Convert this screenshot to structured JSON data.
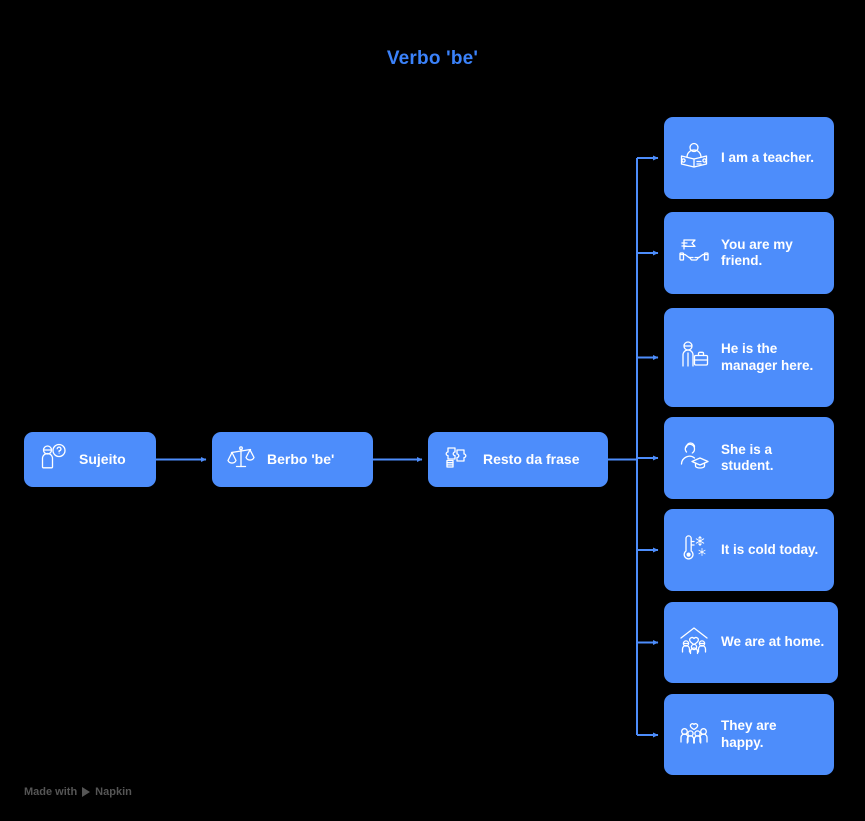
{
  "diagram": {
    "title": "Verbo 'be'",
    "title_color": "#3b82fa",
    "node_color": "#4d8dfb",
    "connector_color": "#4d8dfb",
    "background_color": "#000000",
    "text_color": "#ffffff"
  },
  "chain": [
    {
      "label": "Sujeito",
      "icon": "person-question-icon"
    },
    {
      "label": "Berbo 'be'",
      "icon": "balance-scale-icon"
    },
    {
      "label": "Resto da frase",
      "icon": "puzzle-pieces-icon"
    }
  ],
  "examples": [
    {
      "label": "I am a teacher.",
      "icon": "teacher-book-icon"
    },
    {
      "label": "You are my friend.",
      "icon": "handshake-flag-icon"
    },
    {
      "label": "He is the manager here.",
      "icon": "person-briefcase-icon"
    },
    {
      "label": "She is a student.",
      "icon": "person-graduation-cap-icon"
    },
    {
      "label": "It is cold today.",
      "icon": "thermometer-snowflake-icon"
    },
    {
      "label": "We are at home.",
      "icon": "house-family-icon"
    },
    {
      "label": "They are happy.",
      "icon": "family-heart-icon"
    }
  ],
  "footer": {
    "made_with": "Made with",
    "brand": "Napkin"
  }
}
